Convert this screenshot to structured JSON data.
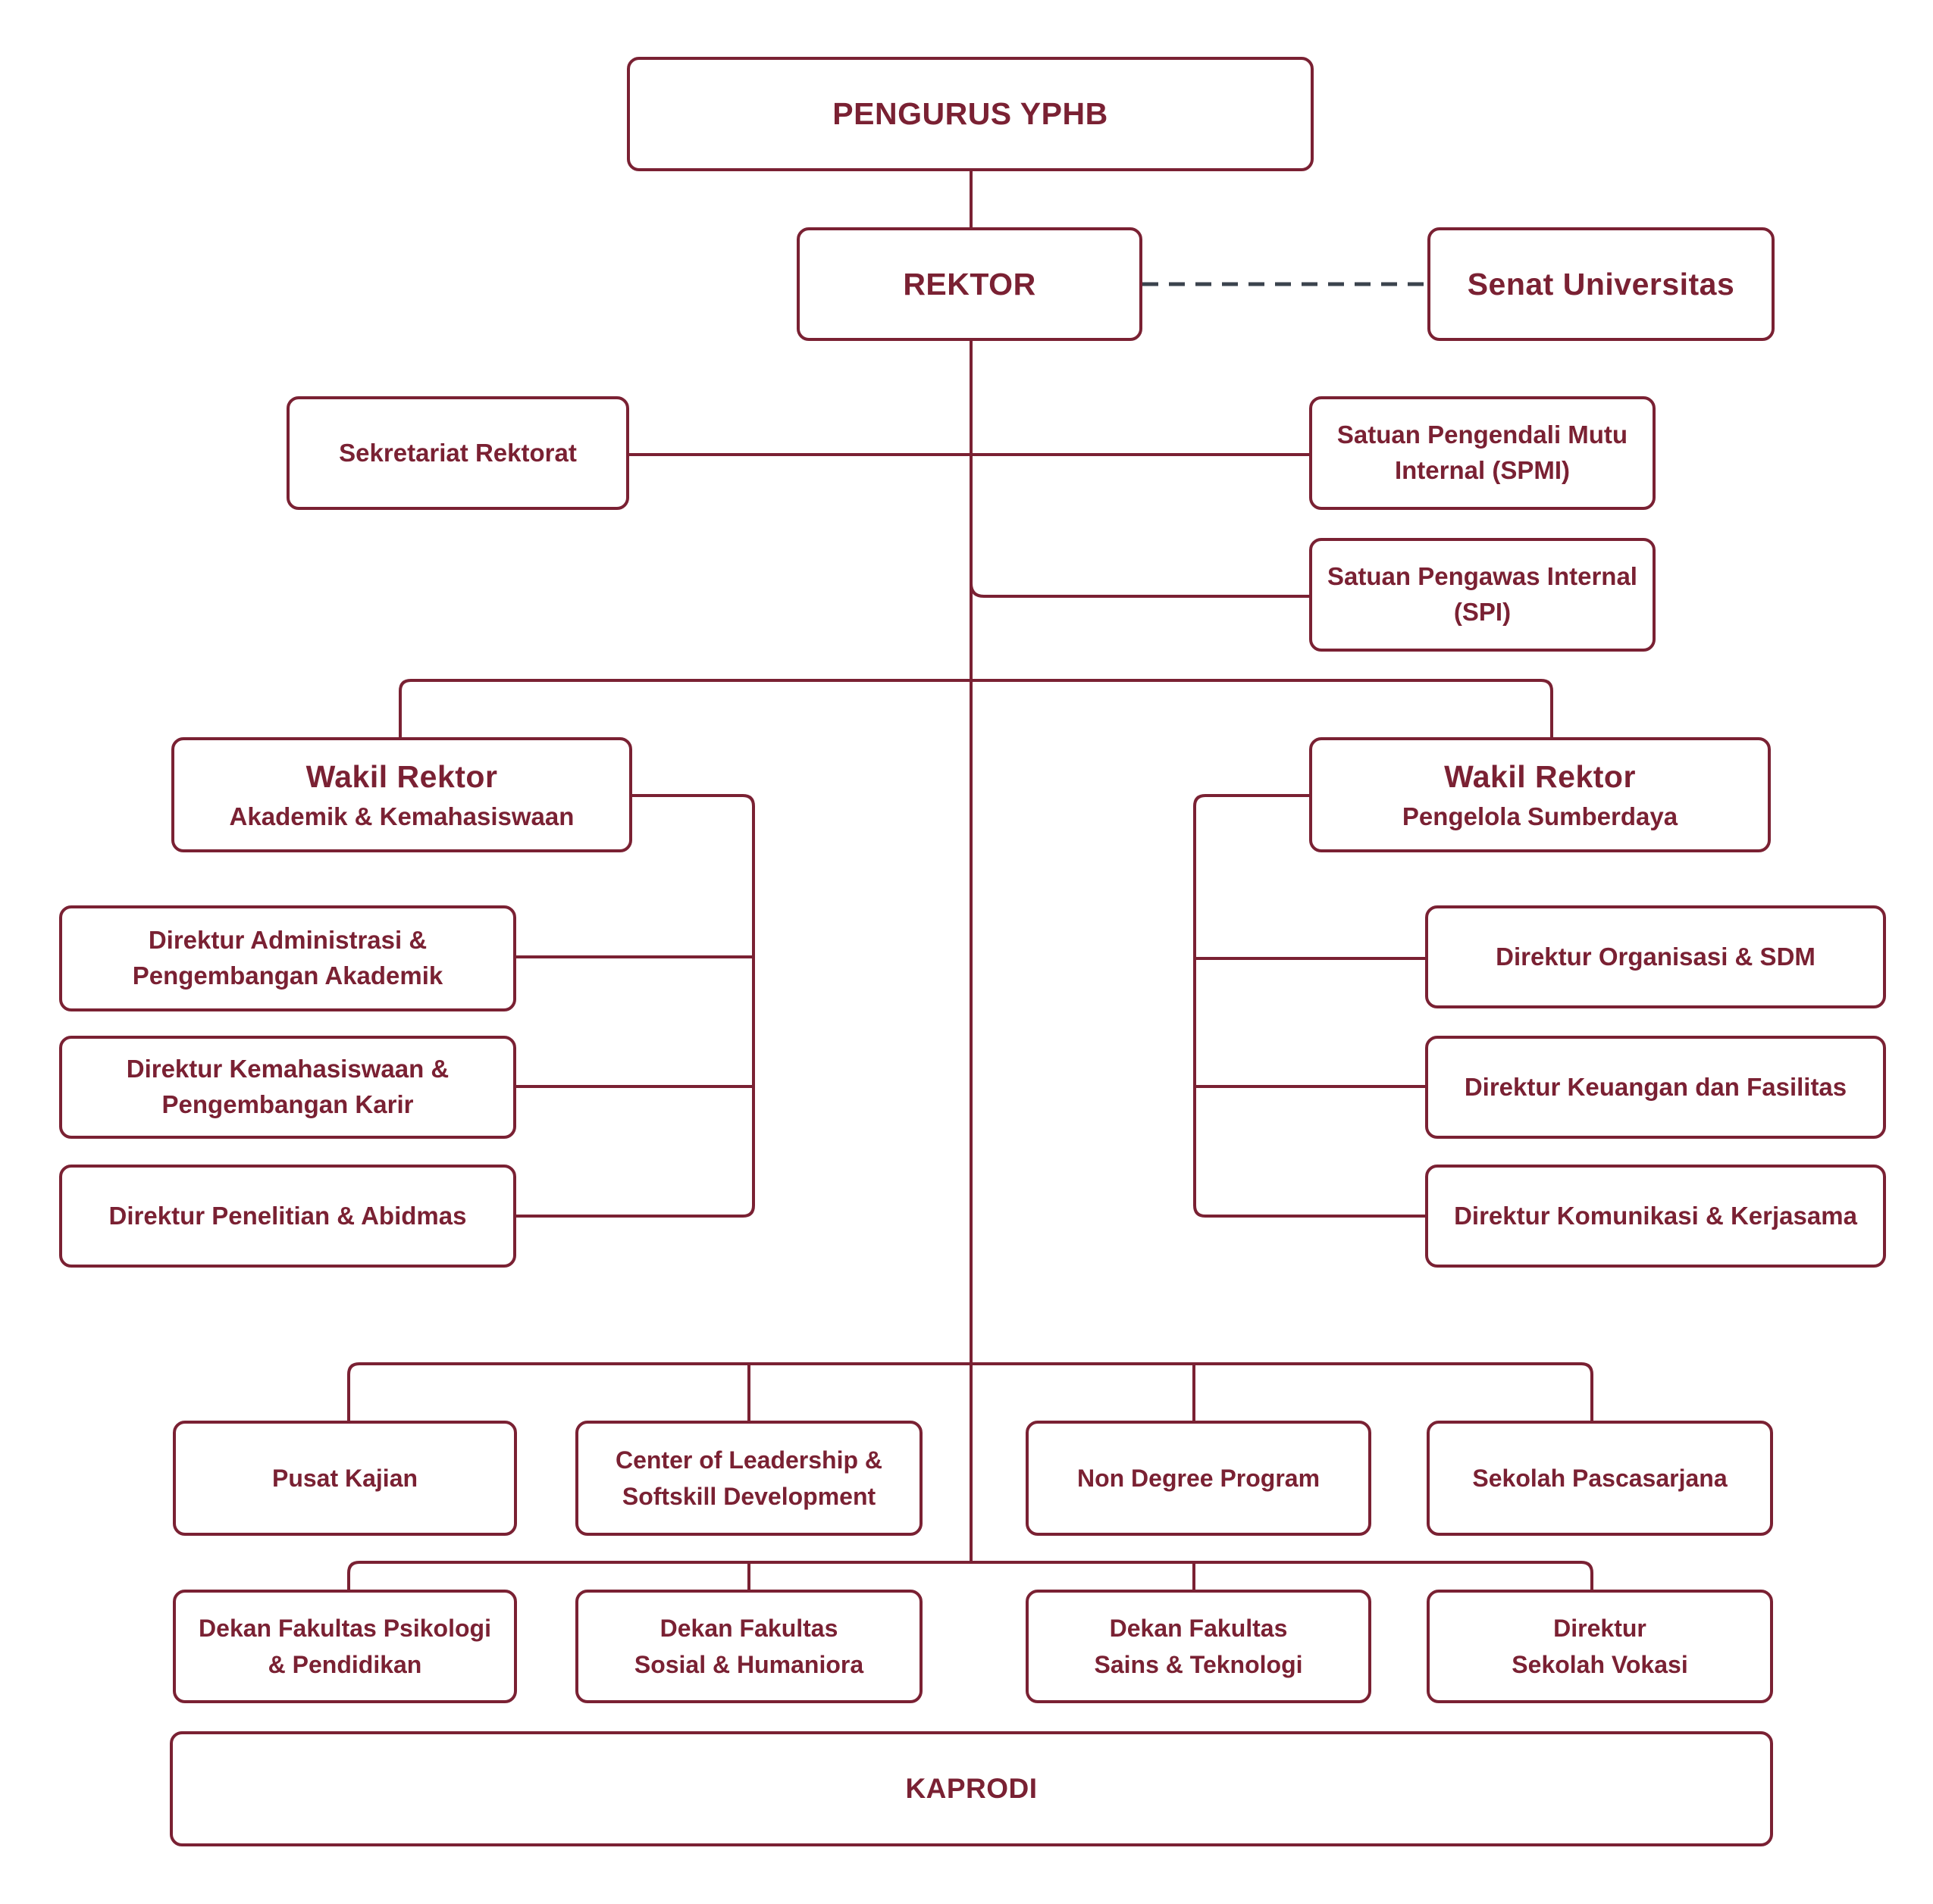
{
  "palette": {
    "maroon": "#7a2133",
    "dash_gray": "#3b434d",
    "background": "#ffffff"
  },
  "diagram_type": "organizational-chart",
  "nodes": {
    "pengurus": {
      "label": "PENGURUS YPHB"
    },
    "rektor": {
      "label": "REKTOR"
    },
    "senat": {
      "label": "Senat Universitas"
    },
    "sekretariat": {
      "label": "Sekretariat Rektorat"
    },
    "spmi": {
      "line1": "Satuan Pengendali Mutu",
      "line2": "Internal (SPMI)"
    },
    "spi": {
      "line1": "Satuan Pengawas Internal",
      "line2": "(SPI)"
    },
    "wakil_akademik": {
      "title": "Wakil Rektor",
      "subtitle": "Akademik & Kemahasiswaan"
    },
    "wakil_sumberdaya": {
      "title": "Wakil Rektor",
      "subtitle": "Pengelola Sumberdaya"
    },
    "dir_administrasi": {
      "line1": "Direktur Administrasi &",
      "line2": "Pengembangan Akademik"
    },
    "dir_kemahasiswaan": {
      "line1": "Direktur Kemahasiswaan &",
      "line2": "Pengembangan Karir"
    },
    "dir_penelitian": {
      "label": "Direktur Penelitian & Abidmas"
    },
    "dir_organisasi": {
      "label": "Direktur Organisasi & SDM"
    },
    "dir_keuangan": {
      "label": "Direktur Keuangan dan Fasilitas"
    },
    "dir_komunikasi": {
      "label": "Direktur Komunikasi & Kerjasama"
    },
    "pusat_kajian": {
      "label": "Pusat Kajian"
    },
    "center_leadership": {
      "line1": "Center of Leadership &",
      "line2": "Softskill Development"
    },
    "non_degree": {
      "label": "Non Degree Program"
    },
    "pascasarjana": {
      "label": "Sekolah Pascasarjana"
    },
    "dekan_psikologi": {
      "line1": "Dekan Fakultas Psikologi",
      "line2": "& Pendidikan"
    },
    "dekan_sosial": {
      "line1": "Dekan Fakultas",
      "line2": "Sosial & Humaniora"
    },
    "dekan_sains": {
      "line1": "Dekan Fakultas",
      "line2": "Sains & Teknologi"
    },
    "dir_vokasi": {
      "line1": "Direktur",
      "line2": "Sekolah Vokasi"
    },
    "kaprodi": {
      "label": "KAPRODI"
    }
  }
}
